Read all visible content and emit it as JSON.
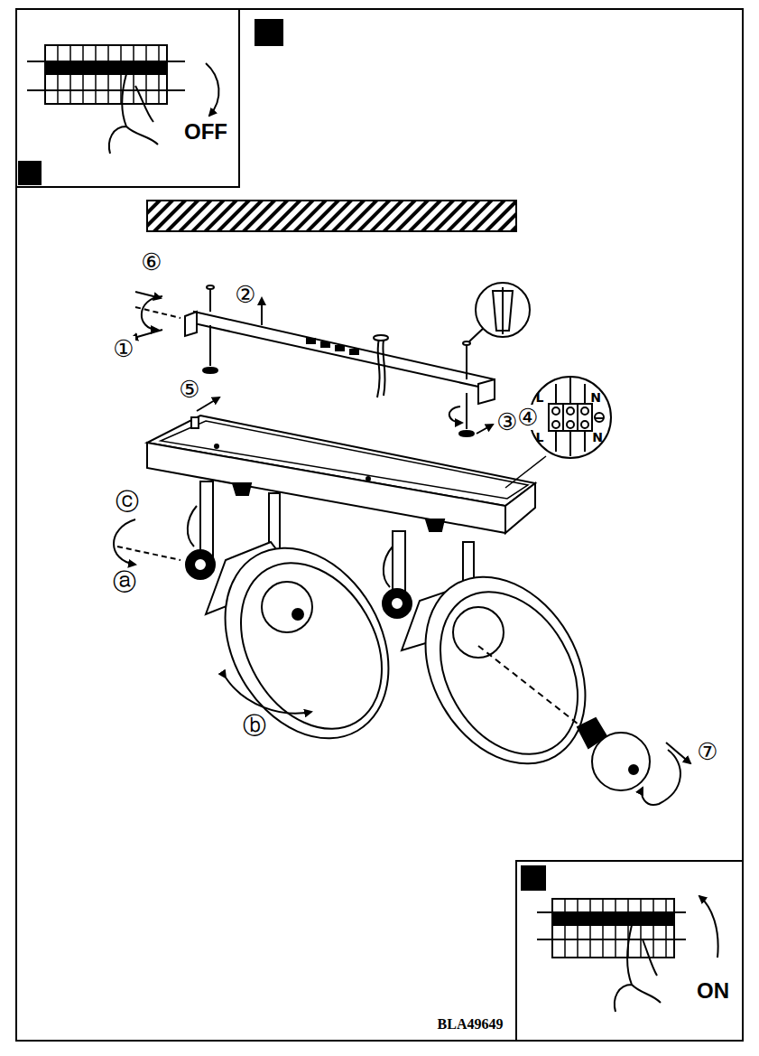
{
  "diagram": {
    "labels": [
      "OFF",
      "⑥",
      "②",
      "①",
      "⑤",
      "③",
      "④",
      "ⓒ",
      "ⓐ",
      "ⓑ",
      "⑦",
      "L",
      "N",
      "L",
      "N",
      "ON",
      "BLA49649"
    ]
  }
}
